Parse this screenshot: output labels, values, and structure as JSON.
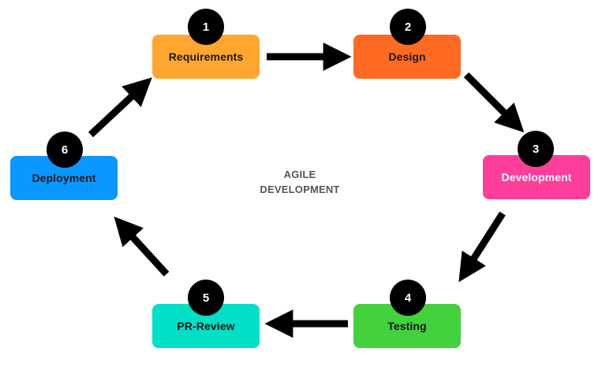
{
  "diagram": {
    "center_title": [
      "AGILE",
      "DEVELOPMENT"
    ],
    "steps": [
      {
        "number": "1",
        "label": "Requirements",
        "fill": "#FFA630",
        "text_color": "#1A1A1A"
      },
      {
        "number": "2",
        "label": "Design",
        "fill": "#FF6A22",
        "text_color": "#1A1A1A"
      },
      {
        "number": "3",
        "label": "Development",
        "fill": "#FF3D9A",
        "text_color": "#FFFFFF"
      },
      {
        "number": "4",
        "label": "Testing",
        "fill": "#43D13D",
        "text_color": "#1A1A1A"
      },
      {
        "number": "5",
        "label": "PR-Review",
        "fill": "#00E0C6",
        "text_color": "#1A1A1A"
      },
      {
        "number": "6",
        "label": "Deployment",
        "fill": "#0A97FF",
        "text_color": "#1A1A1A"
      }
    ],
    "arrow_color": "#000000"
  }
}
